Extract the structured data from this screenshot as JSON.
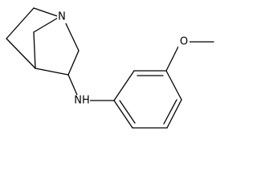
{
  "molecule": {
    "atoms": {
      "ring_nitrogen": "N",
      "amine": "NH",
      "ether_oxygen": "O"
    },
    "colors": {
      "bond": "#000000",
      "label": "#000000",
      "background": "#ffffff"
    }
  }
}
